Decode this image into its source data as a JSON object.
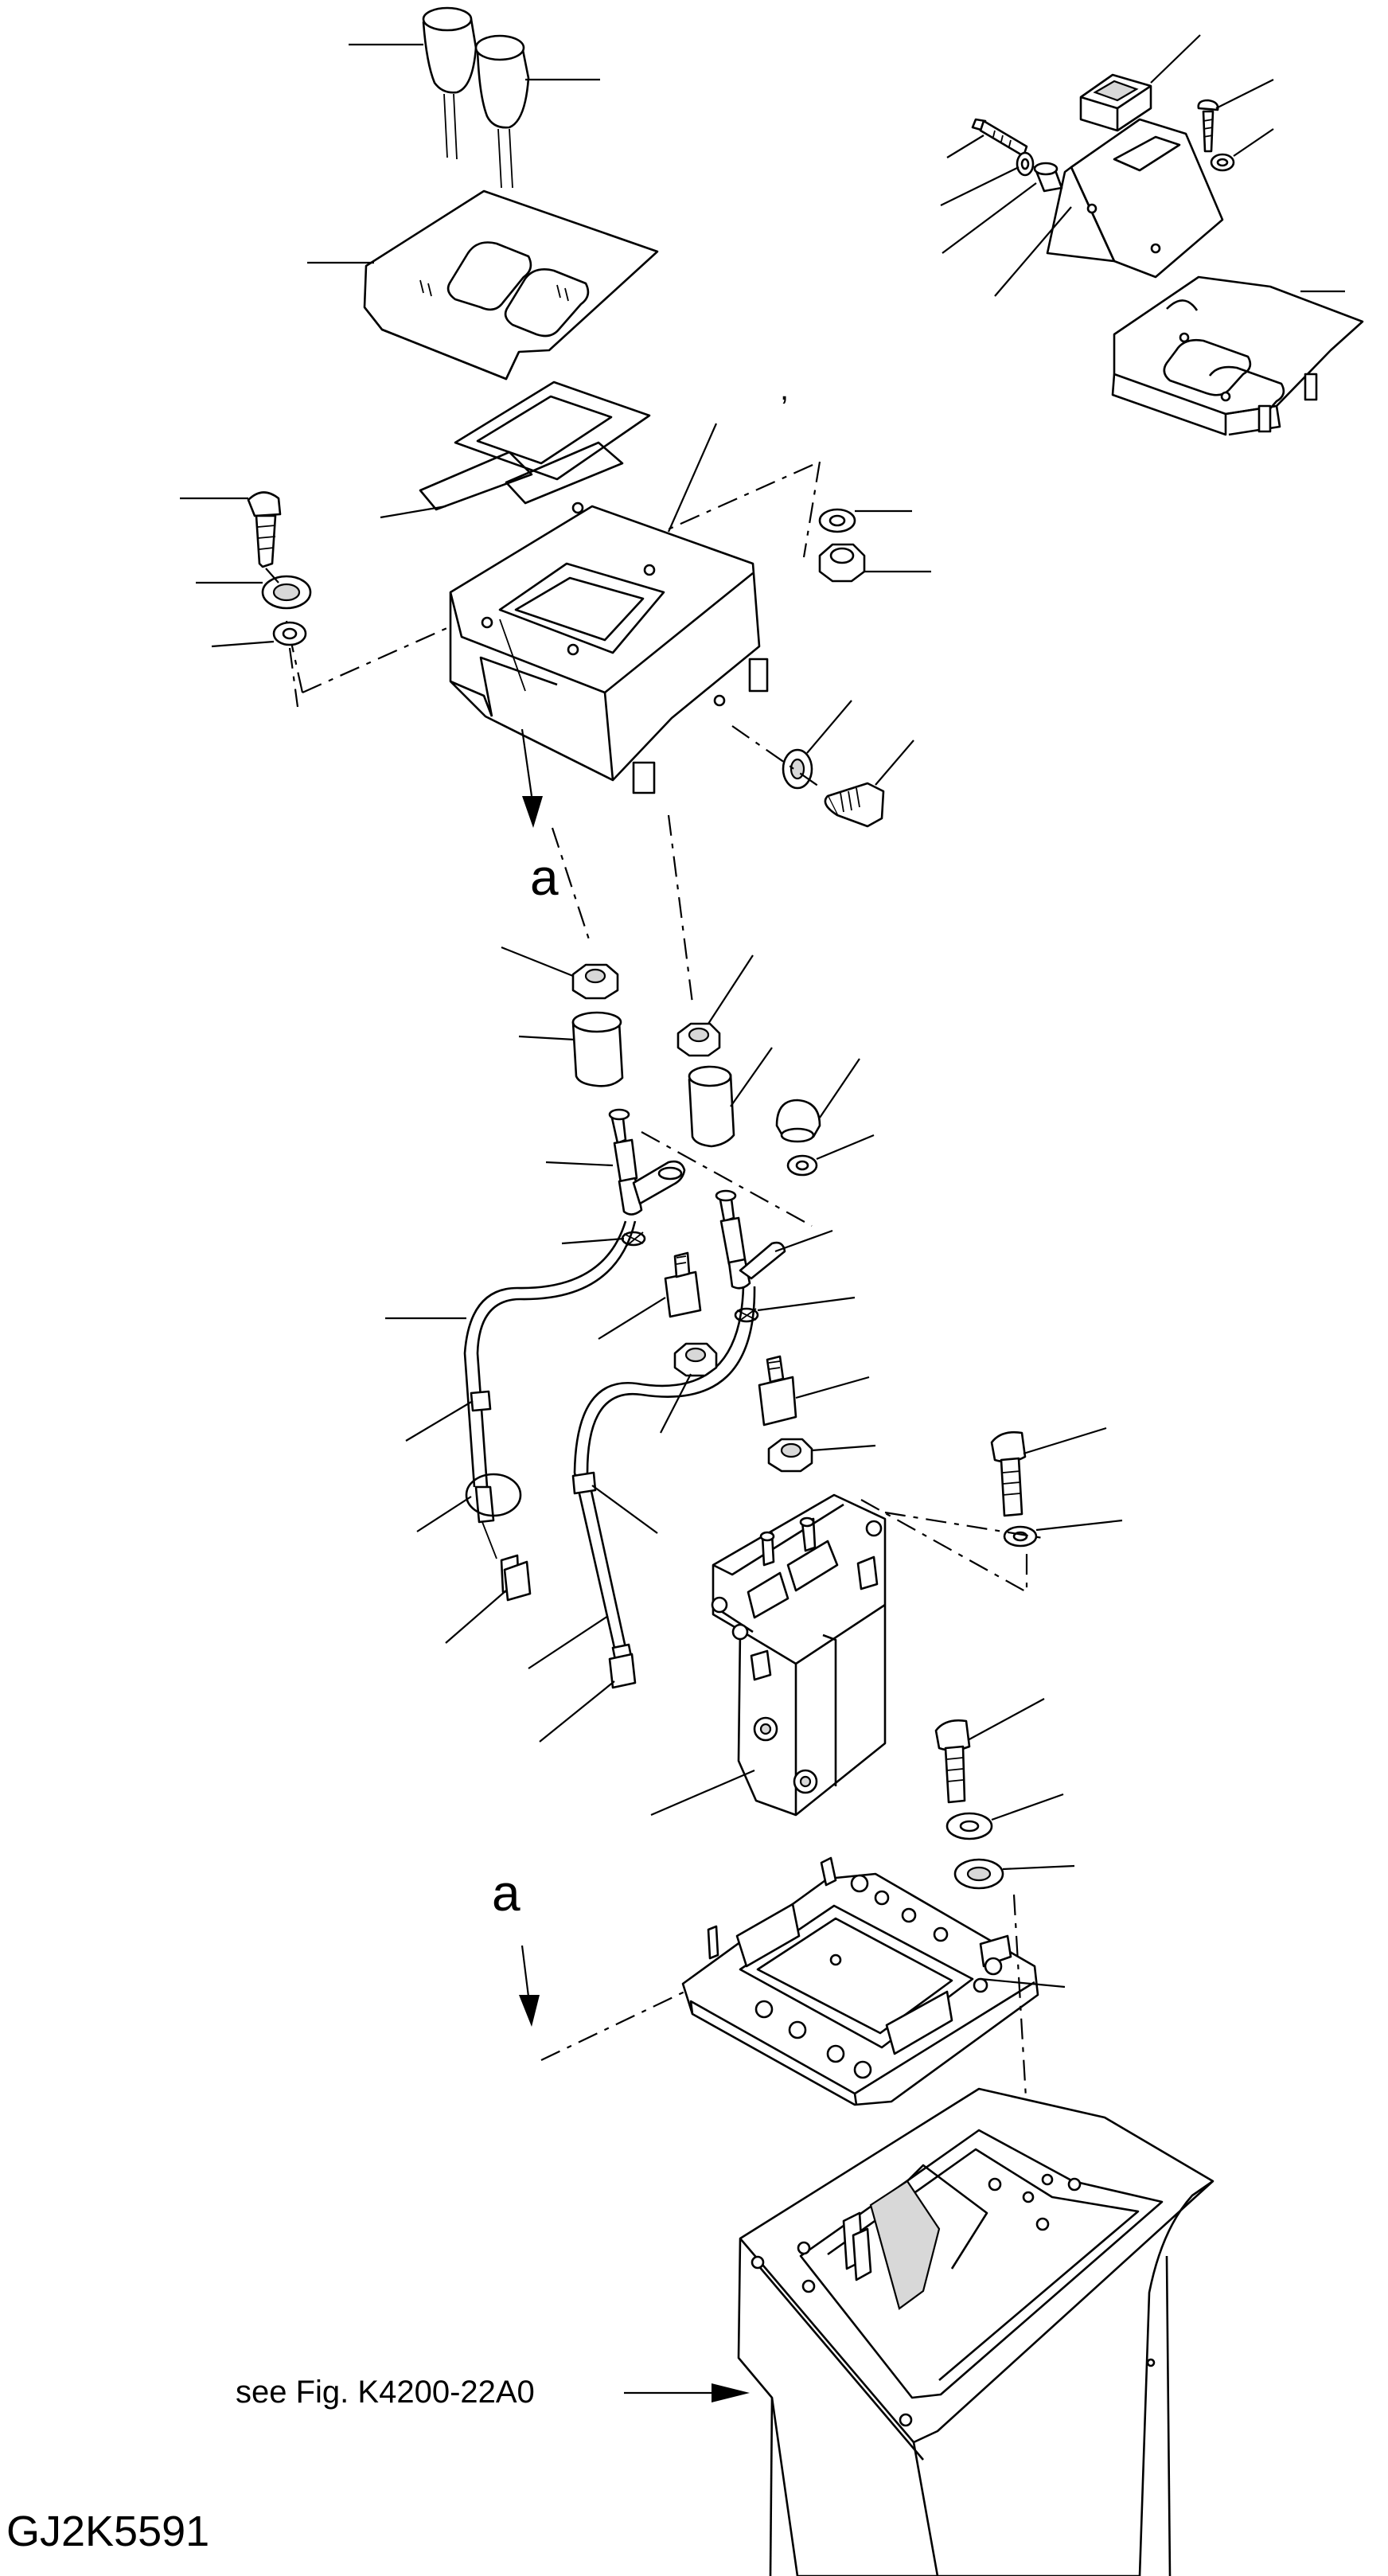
{
  "drawing_id": "GJ2K5591",
  "reference_note": "see Fig. K4200-22A0",
  "view_marker_label": "a",
  "stray_mark": ","
}
